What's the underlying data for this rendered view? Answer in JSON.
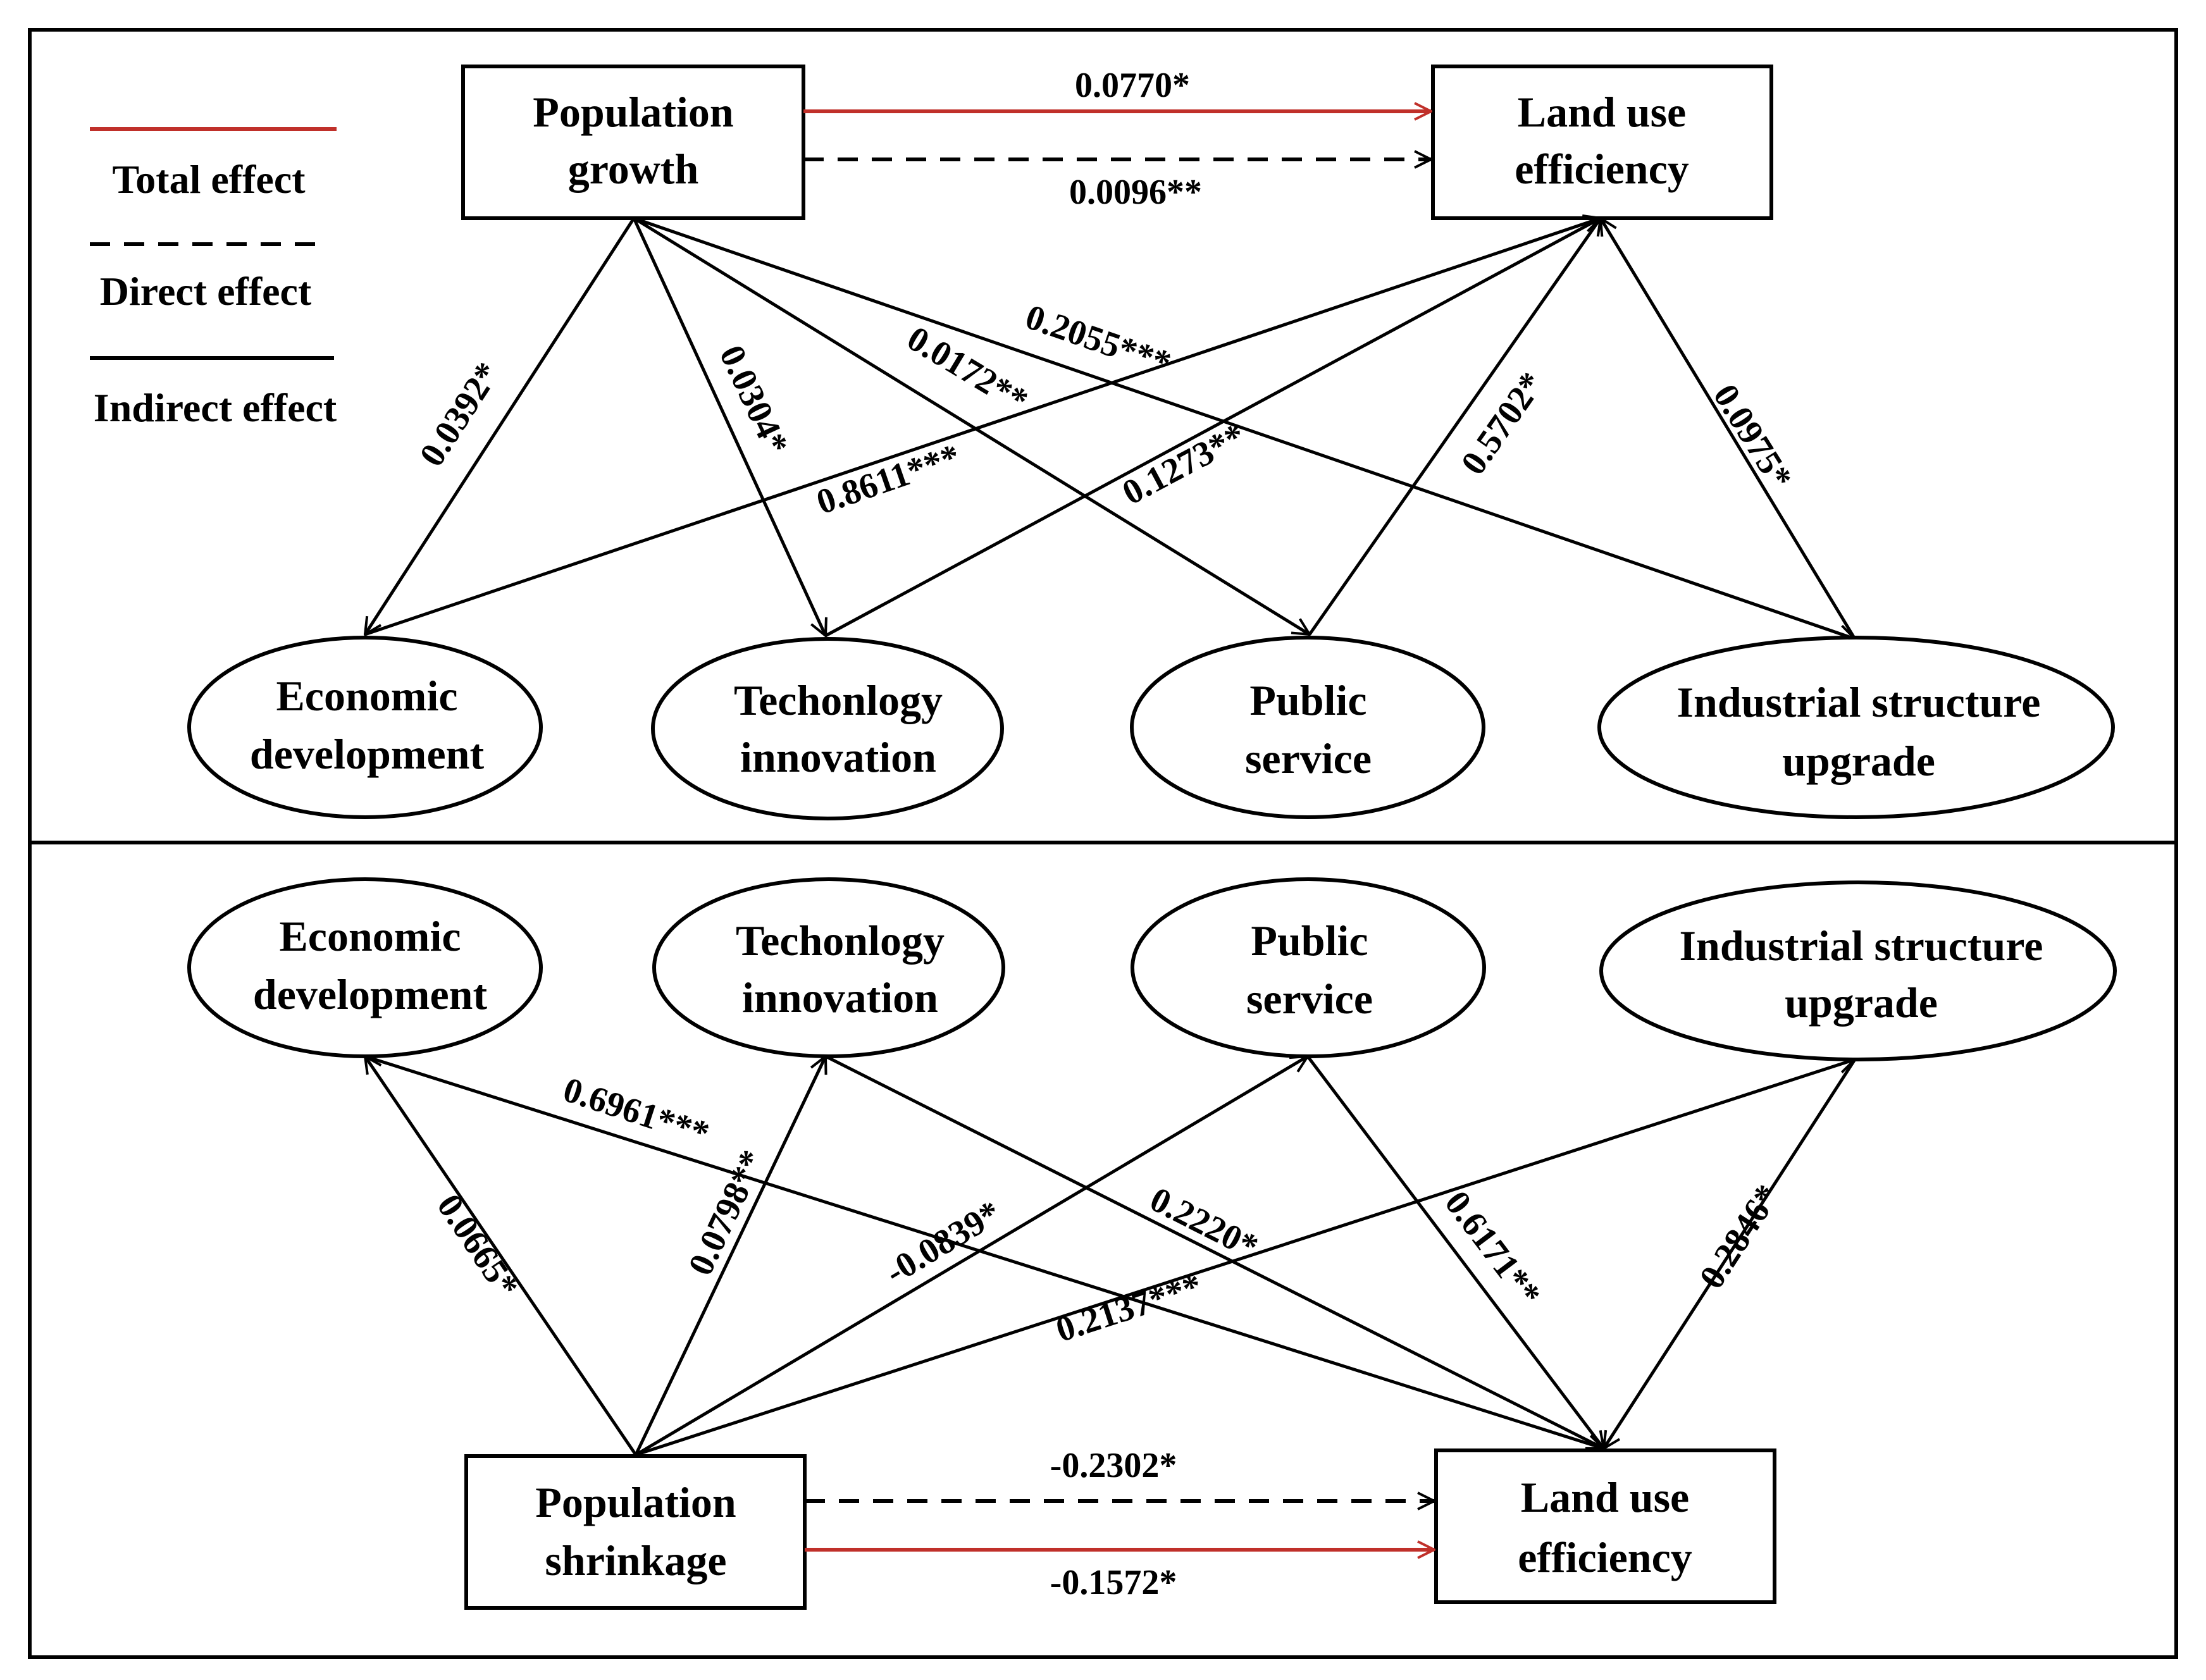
{
  "legend": {
    "total_effect": "Total effect",
    "direct_effect": "Direct effect",
    "indirect_effect": "Indirect effect"
  },
  "colors": {
    "total_effect_line": "#c0302a",
    "line": "#000000",
    "background": "#ffffff"
  },
  "panel_top": {
    "source": [
      "Population",
      "growth"
    ],
    "target": [
      "Land use",
      "efficiency"
    ],
    "mediators": [
      [
        "Economic",
        "development"
      ],
      [
        "Techonlogy",
        "innovation"
      ],
      [
        "Public",
        "service"
      ],
      [
        "Industrial structure",
        "upgrade"
      ]
    ],
    "total_effect": "0.0770*",
    "direct_effect": "0.0096**",
    "paths_a": [
      "0.0392*",
      "0.0304*",
      "0.0172**",
      "0.2055***"
    ],
    "paths_b": [
      "0.8611***",
      "0.1273**",
      "0.5702*",
      "0.0975*"
    ]
  },
  "panel_bottom": {
    "source": [
      "Population",
      "shrinkage"
    ],
    "target": [
      "Land use",
      "efficiency"
    ],
    "mediators": [
      [
        "Economic",
        "development"
      ],
      [
        "Techonlogy",
        "innovation"
      ],
      [
        "Public",
        "service"
      ],
      [
        "Industrial structure",
        "upgrade"
      ]
    ],
    "total_effect": "-0.1572*",
    "direct_effect": "-0.2302*",
    "paths_a": [
      "0.0665*",
      "0.0798**",
      "-0.0839*",
      "0.2137***"
    ],
    "paths_b": [
      "0.6961***",
      "0.2220*",
      "0.6171**",
      "0.2846*"
    ]
  }
}
